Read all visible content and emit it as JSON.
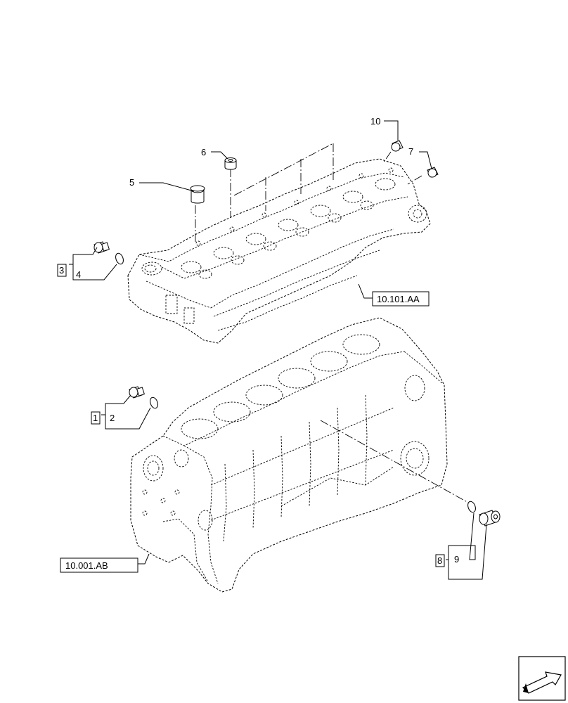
{
  "callouts": {
    "c1": "1",
    "c2": "2",
    "c3": "3",
    "c4": "4",
    "c5": "5",
    "c6": "6",
    "c7": "7",
    "c8": "8",
    "c9": "9",
    "c10": "10"
  },
  "references": {
    "cylinder_head": "10.101.AA",
    "crankcase": "10.001.AB"
  },
  "icons": {
    "nav": "next-page-arrow-icon"
  }
}
